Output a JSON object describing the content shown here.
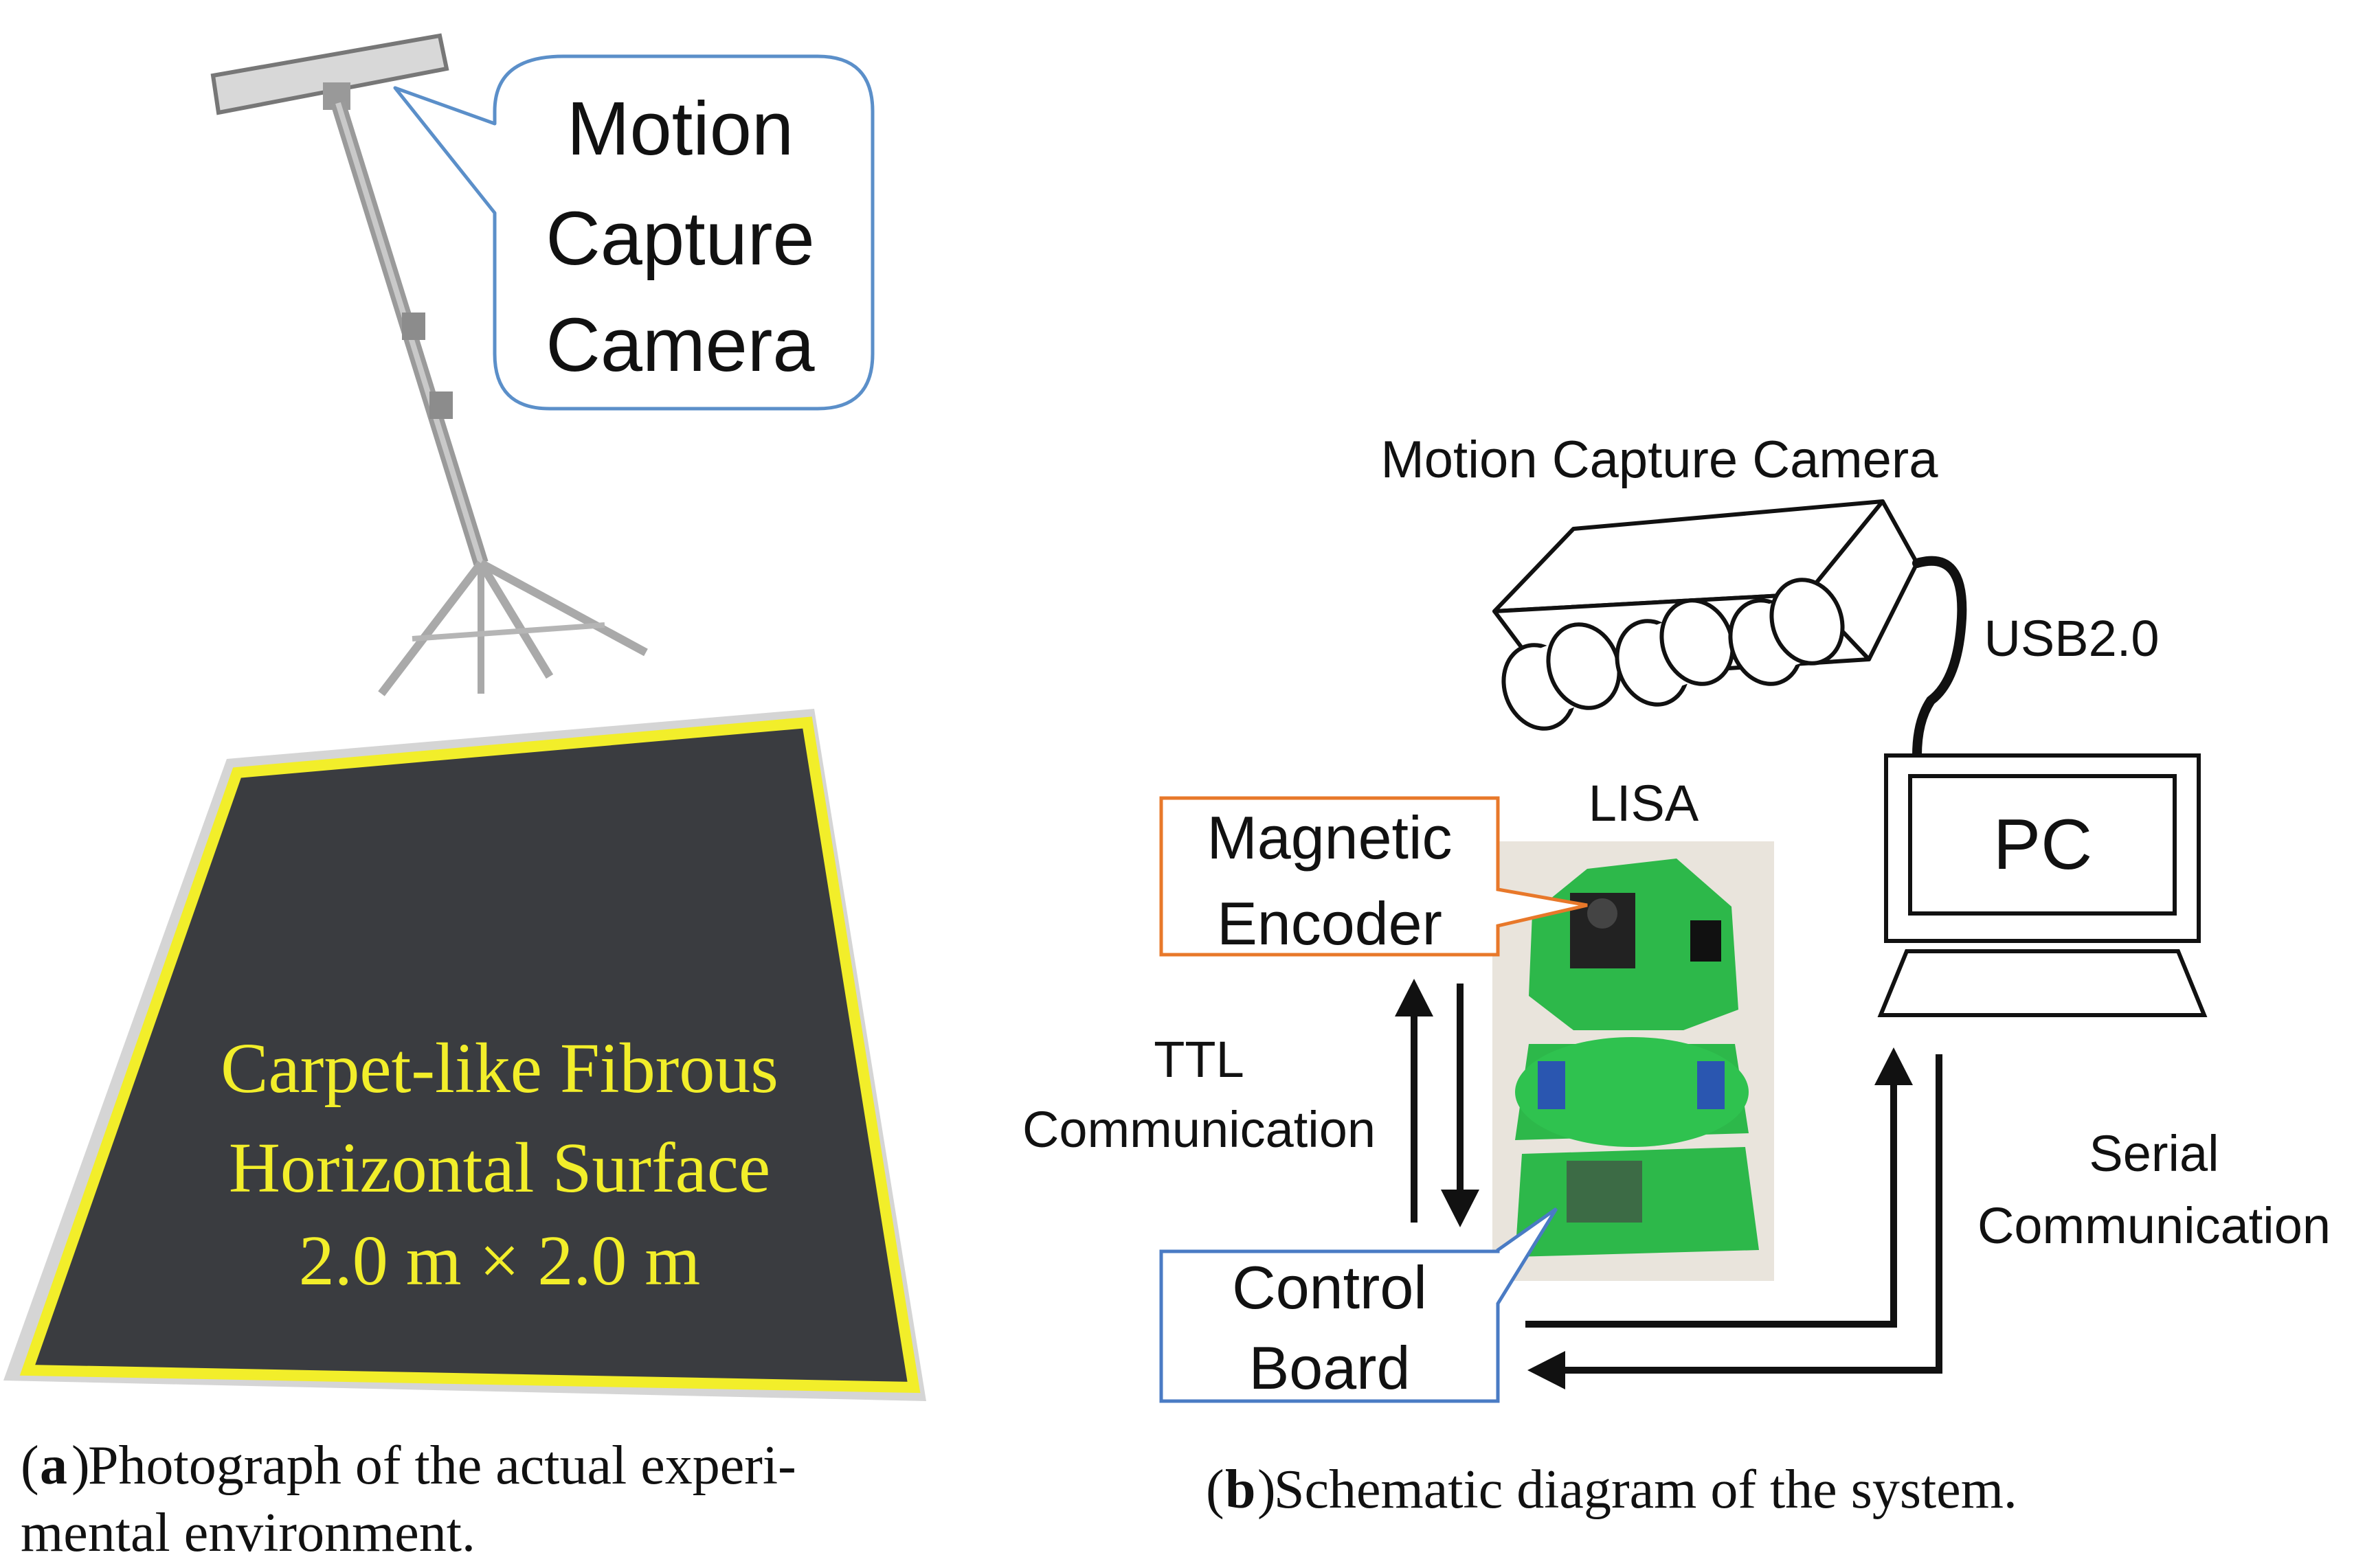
{
  "panel_a": {
    "callout_line1": "Motion",
    "callout_line2": "Capture",
    "callout_line3": "Camera",
    "surface_line1": "Carpet-like Fibrous",
    "surface_line2": "Horizontal Surface",
    "surface_line3": "2.0 m × 2.0 m",
    "caption_letter": "a",
    "caption_line1_rest": " Photograph of the actual experi-",
    "caption_line2": "mental environment."
  },
  "panel_b": {
    "camera_label": "Motion Capture Camera",
    "usb_label": "USB2.0",
    "pc_label": "PC",
    "robot_label": "LISA",
    "encoder_line1": "Magnetic",
    "encoder_line2": "Encoder",
    "ttl_line1": "TTL",
    "ttl_line2": "Communication",
    "control_line1": "Control",
    "control_line2": "Board",
    "serial_line1": "Serial",
    "serial_line2": "Communication",
    "caption_letter": "b",
    "caption_rest": " Schematic diagram of the system."
  },
  "colors": {
    "callout_blue": "#5b8fc9",
    "encoder_orange": "#e8782a",
    "surface_yellow": "#f2ee2a",
    "carpet": "#3a3c40",
    "robot_green": "#2db84a"
  }
}
